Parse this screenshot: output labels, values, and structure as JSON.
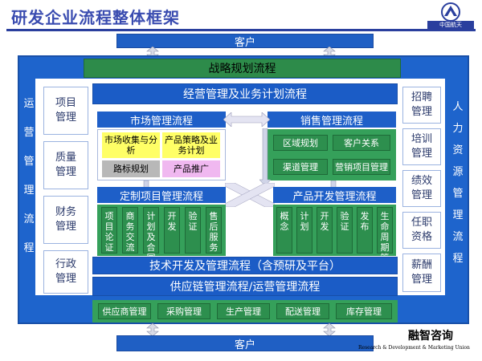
{
  "title": "研发企业流程整体框架",
  "logo_text": "中国航天",
  "customer_top": "客户",
  "customer_bottom": "客户",
  "strategy": "战略规划流程",
  "left_vertical": [
    "运",
    "营",
    "管",
    "理",
    "流",
    "程"
  ],
  "right_vertical": [
    "人",
    "力",
    "资",
    "源",
    "管",
    "理",
    "流",
    "程"
  ],
  "left_boxes": [
    {
      "line1": "项目",
      "line2": "管理"
    },
    {
      "line1": "质量",
      "line2": "管理"
    },
    {
      "line1": "财务",
      "line2": "管理"
    },
    {
      "line1": "行政",
      "line2": "管理"
    }
  ],
  "right_boxes": [
    {
      "line1": "招聘",
      "line2": "管理"
    },
    {
      "line1": "培训",
      "line2": "管理"
    },
    {
      "line1": "绩效",
      "line2": "管理"
    },
    {
      "line1": "任职",
      "line2": "资格"
    },
    {
      "line1": "薪酬",
      "line2": "管理"
    }
  ],
  "business_plan": "经营管理及业务计划流程",
  "market_mgmt": "市场管理流程",
  "sales_mgmt": "销售管理流程",
  "market_items": [
    {
      "text": "市场收集与分析",
      "color": "#ffff66"
    },
    {
      "text": "产品策略及业务计划",
      "color": "#ffff66"
    },
    {
      "text": "路标规划",
      "color": "#b8b8b8"
    },
    {
      "text": "产品推广",
      "color": "#f0b8f0"
    }
  ],
  "sales_items": [
    "区域规划",
    "客户关系",
    "渠道管理",
    "营销项目管理"
  ],
  "custom_project": "定制项目管理流程",
  "product_dev": "产品开发管理流程",
  "custom_items": [
    "项目论证",
    "商务交流",
    "计划及合同",
    "开发",
    "验证",
    "售后服务"
  ],
  "dev_items": [
    "概念",
    "计划",
    "开发",
    "验证",
    "发布",
    "生命周期管理"
  ],
  "tech_dev": "技术开发及管理流程（含预研及平台）",
  "supply_chain": "供应链管理流程/运营管理流程",
  "supply_items": [
    "供应商管理",
    "采购管理",
    "生产管理",
    "配送管理",
    "库存管理"
  ],
  "footer_brand": "融智咨询",
  "footer_sub": "Research & Development & Marketing Union"
}
